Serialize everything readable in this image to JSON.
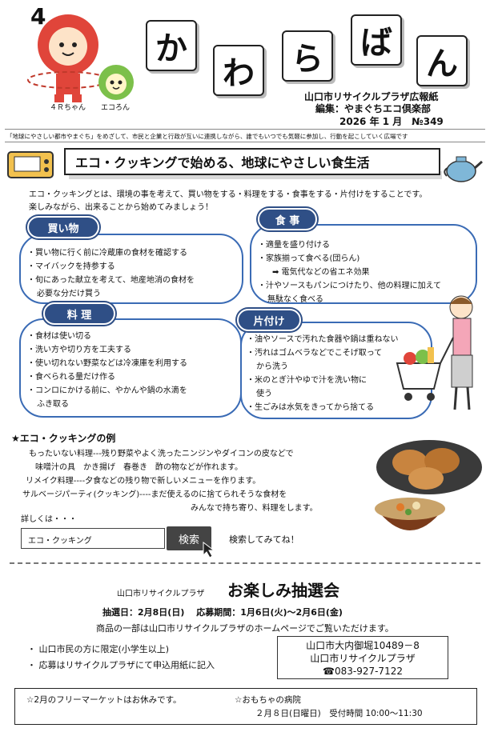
{
  "header": {
    "mascot1_letter": "4",
    "mascot1_name": "４Ｒちゃん",
    "mascot2_name": "エコろん",
    "title_chars": [
      "か",
      "わ",
      "ら",
      "ば",
      "ん"
    ],
    "publisher": "山口市リサイクルプラザ広報紙",
    "editor": "編集：やまぐちエコ倶楽部",
    "issue": "2026 年 1 月　№349",
    "slogan": "「地球にやさしい都市やまぐち」をめざして、市民と企業と行政が互いに連携しながら、誰でもいつでも気軽に参加し、行動を起こしていく広場です"
  },
  "feature": {
    "title": "エコ・クッキングで始める、地球にやさしい食生活",
    "intro_line1": "エコ・クッキングとは、環境の事を考えて、買い物をする・料理をする・食事をする・片付けをすることです。",
    "intro_line2": "楽しみながら、出来ることから始めてみましょう！"
  },
  "sections": {
    "shopping": {
      "label": "買い物",
      "items": [
        "・買い物に行く前に冷蔵庫の食材を確認する",
        "・マイバックを持参する",
        "・旬にあった献立を考えて、地産地消の食材を",
        "必要な分だけ買う"
      ]
    },
    "meal": {
      "label": "食 事",
      "items": [
        "・適量を盛り付ける",
        "・家族揃って食べる(団らん)",
        "➡ 電気代などの省エネ効果",
        "・汁やソースもパンにつけたり、他の料理に加えて",
        "無駄なく食べる"
      ]
    },
    "cooking": {
      "label": "料 理",
      "items": [
        "・食材は使い切る",
        "・洗い方や切り方を工夫する",
        "・使い切れない野菜などは冷凍庫を利用する",
        "・食べられる量だけ作る",
        "・コンロにかける前に、やかんや鍋の水滴を",
        "ふき取る"
      ]
    },
    "cleanup": {
      "label": "片付け",
      "items": [
        "・油やソースで汚れた食器や鍋は重ねない",
        "・汚れはゴムベラなどでこそげ取って",
        "から洗う",
        "・米のとぎ汁やゆで汁を洗い物に",
        "使う",
        "・生ごみは水気をきってから捨てる"
      ]
    }
  },
  "examples": {
    "title": "★エコ・クッキングの例",
    "lines": [
      "もったいない料理---残り野菜やよく洗ったニンジンやダイコンの皮などで",
      "味噌汁の具　かき揚げ　春巻き　酢の物などが作れます。",
      "リメイク料理----夕食などの残り物で新しいメニューを作ります。",
      "サルベージパーティ(クッキング)----まだ使えるのに捨てられそうな食材を",
      "みんなで持ち寄り、料理をします。"
    ],
    "more_label": "詳しくは・・・",
    "search_value": "エコ・クッキング",
    "search_button": "検索",
    "search_hint": "検索してみてね！"
  },
  "lottery": {
    "org": "山口市リサイクルプラザ",
    "title": "お楽しみ抽選会",
    "dates": "抽選日：2月8日(日)　 応募期間：1月6日(火)～2月6日(金)",
    "note": "商品の一部は山口市リサイクルプラザのホームページでご覧いただけます。",
    "bullets": [
      "・ 山口市民の方に限定(小学生以上)",
      "・ 応募はリサイクルプラザにて申込用紙に記入"
    ],
    "address": [
      "山口市大内御堀10489－8",
      "山口市リサイクルプラザ",
      "☎083-927-7122"
    ]
  },
  "notices": {
    "left": "☆2月のフリーマーケットはお休みです。",
    "right_title": "☆おもちゃの病院",
    "right_detail": "２月８日(日曜日)　受付時間 10:00～11:30"
  },
  "colors": {
    "accent_blue": "#2f4f86",
    "cloud_border": "#3a6bb5",
    "mascot_red": "#e0453a",
    "mascot_green": "#7cc04a"
  }
}
